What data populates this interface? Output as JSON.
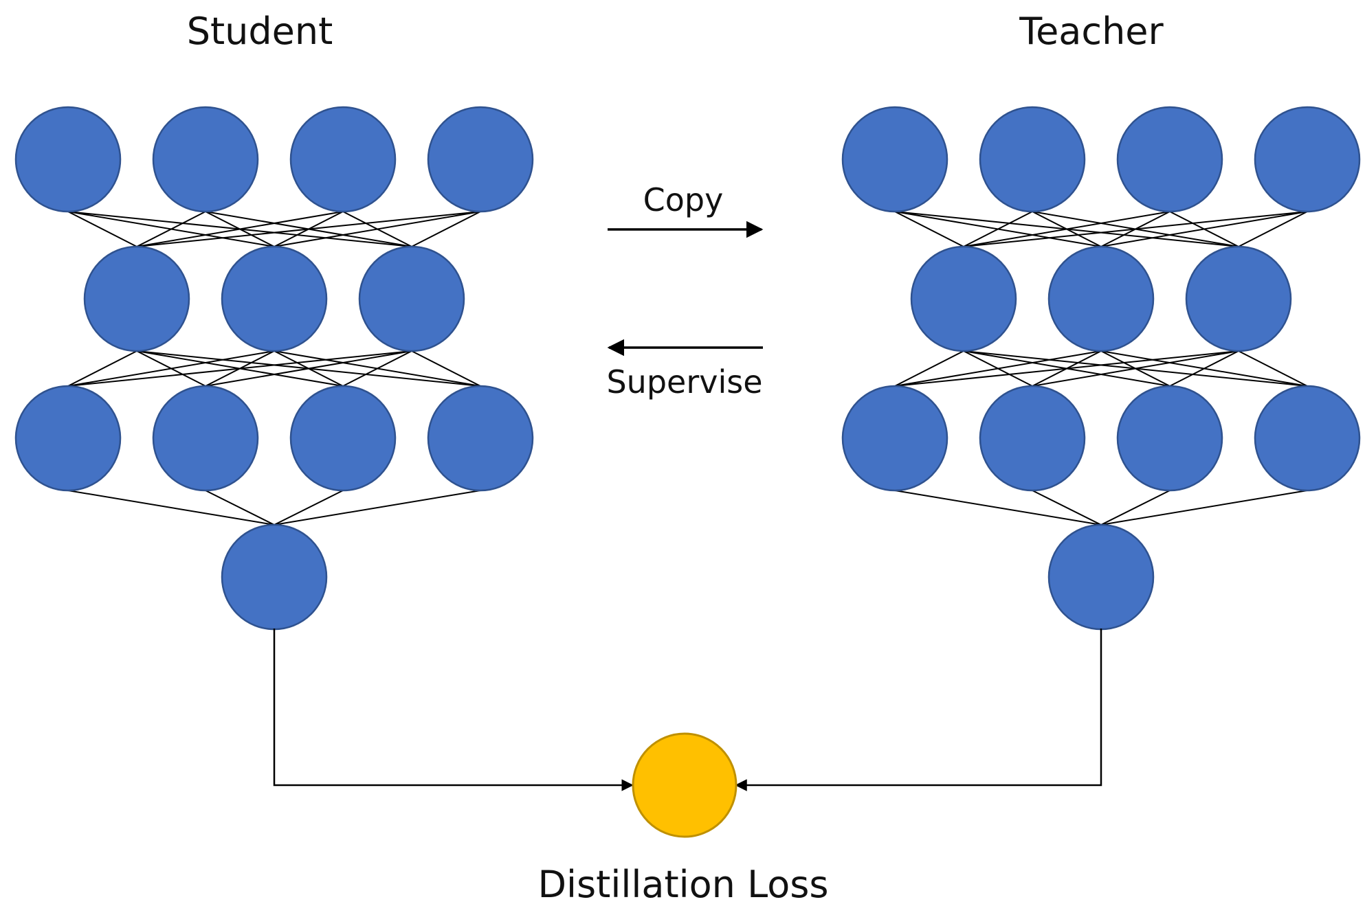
{
  "student": {
    "title": "Student"
  },
  "teacher": {
    "title": "Teacher"
  },
  "copy_label": "Copy",
  "supervise_label": "Supervise",
  "loss_label": "Distillation Loss",
  "network": {
    "layer_sizes": [
      4,
      3,
      4,
      1
    ]
  },
  "colors": {
    "node_fill": "#4472C4",
    "node_stroke": "#2F528F",
    "loss_fill": "#FFC000",
    "loss_stroke": "#BF9000",
    "line": "#000000"
  }
}
